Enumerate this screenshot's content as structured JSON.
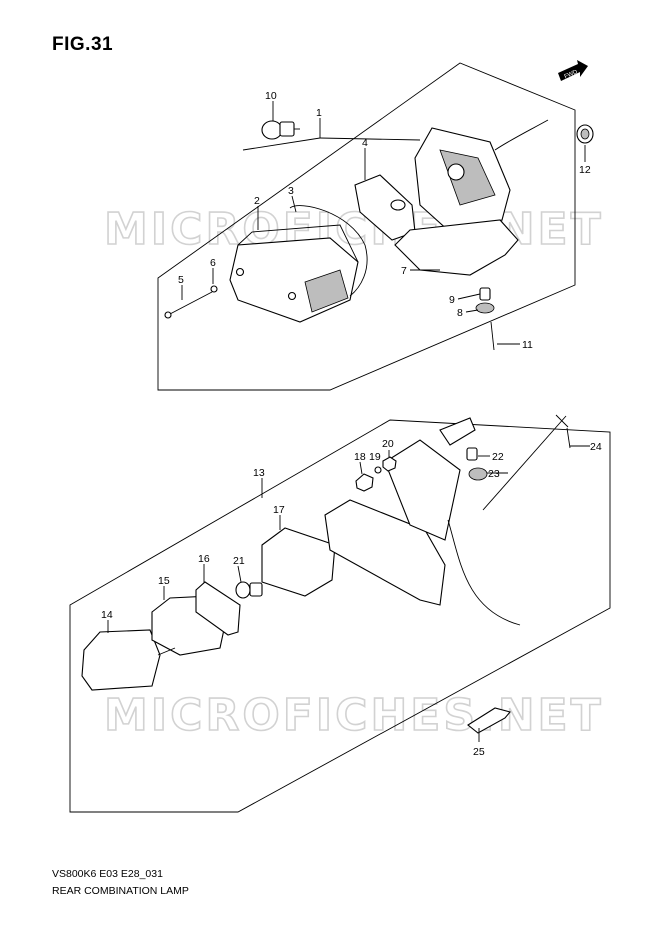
{
  "figure": {
    "title": "FIG.31",
    "fwd_label": "FWD",
    "watermark": "MICROFICHES.NET",
    "model_code": "VS800K6 E03 E28_031",
    "caption": "REAR COMBINATION LAMP"
  },
  "callouts": {
    "c1": "1",
    "c2": "2",
    "c3": "3",
    "c4": "4",
    "c5": "5",
    "c6": "6",
    "c7": "7",
    "c8": "8",
    "c9": "9",
    "c10": "10",
    "c11": "11",
    "c12": "12",
    "c13": "13",
    "c14": "14",
    "c15": "15",
    "c16": "16",
    "c17": "17",
    "c18": "18",
    "c19": "19",
    "c20": "20",
    "c21": "21",
    "c22": "22",
    "c23": "23",
    "c24": "24",
    "c25": "25"
  }
}
